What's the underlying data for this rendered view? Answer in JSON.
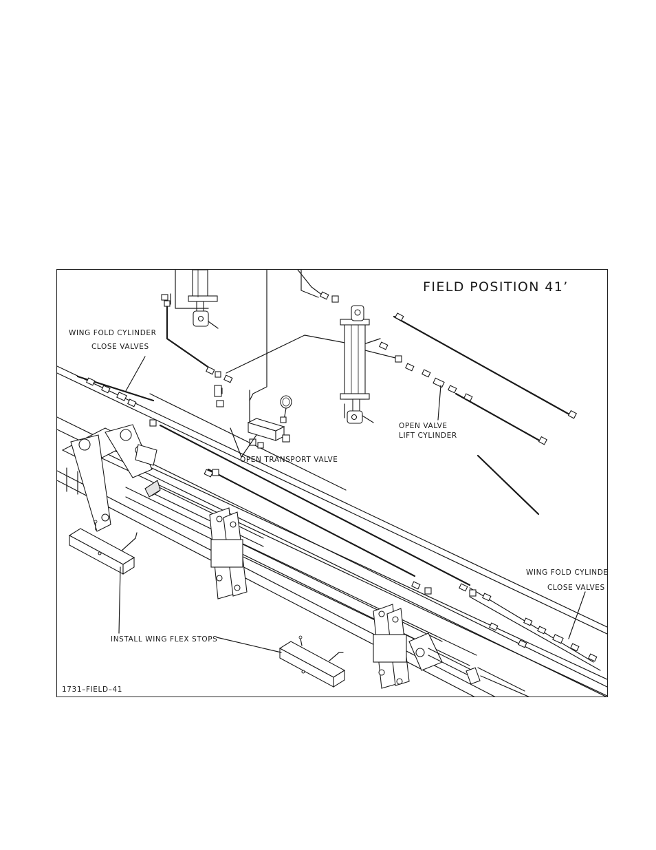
{
  "figure": {
    "title": "FIELD POSITION 41’",
    "drawing_id": "1731–FIELD–41",
    "callouts": {
      "wing_fold_left_line1": "WING FOLD CYLINDER",
      "wing_fold_left_line2": "CLOSE VALVES",
      "open_transport_valve": "OPEN TRANSPORT VALVE",
      "open_valve_line1": "OPEN VALVE",
      "open_valve_line2": "LIFT CYLINDER",
      "wing_fold_right_line1": "WING FOLD CYLINDER",
      "wing_fold_right_line2": "CLOSE VALVES",
      "install_wing_flex_stops": "INSTALL WING FLEX STOPS"
    }
  }
}
